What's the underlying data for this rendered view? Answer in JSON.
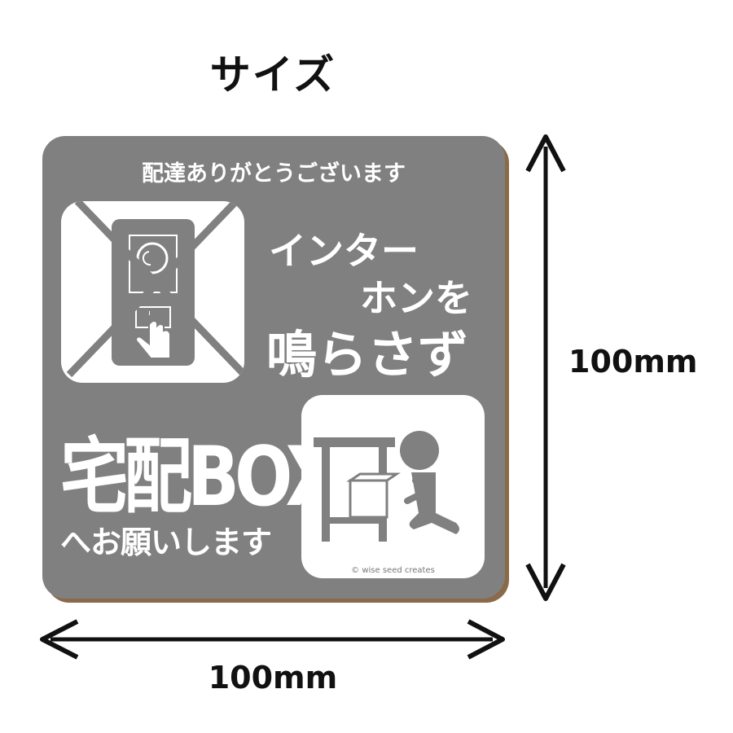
{
  "title": "サイズ",
  "sticker": {
    "background_color": "#808080",
    "thanks": "配達ありがとうございます",
    "intercom_lines": [
      "インター",
      "ホンを",
      "鳴らさず"
    ],
    "box_title": "宅配BOX",
    "box_sub": "へお願いします",
    "credit": "© wise seed creates",
    "icons": [
      "no-intercom-icon",
      "delivery-box-icon"
    ]
  },
  "dimensions": {
    "height": "100mm",
    "width": "100mm"
  }
}
